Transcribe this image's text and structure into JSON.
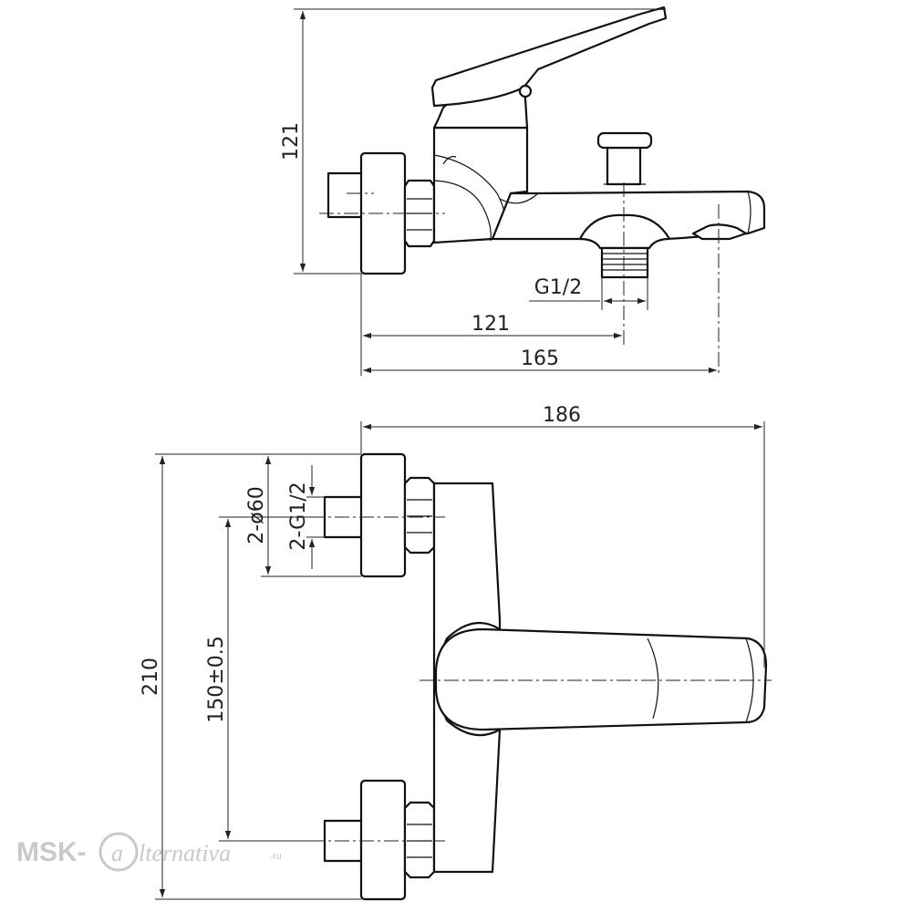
{
  "dimensions": {
    "side_height": "121",
    "outlet_thread": "G1/2",
    "outlet_distance": "121",
    "spout_length": "165",
    "overall_width": "186",
    "overall_height": "210",
    "escutcheon_diameter": "2-ø60",
    "inlet_thread": "2-G1/2",
    "inlet_spacing": "150±0.5"
  },
  "watermark": {
    "brand_left": "MSK-",
    "brand_right": "lternativa",
    "suffix": ".ru"
  }
}
